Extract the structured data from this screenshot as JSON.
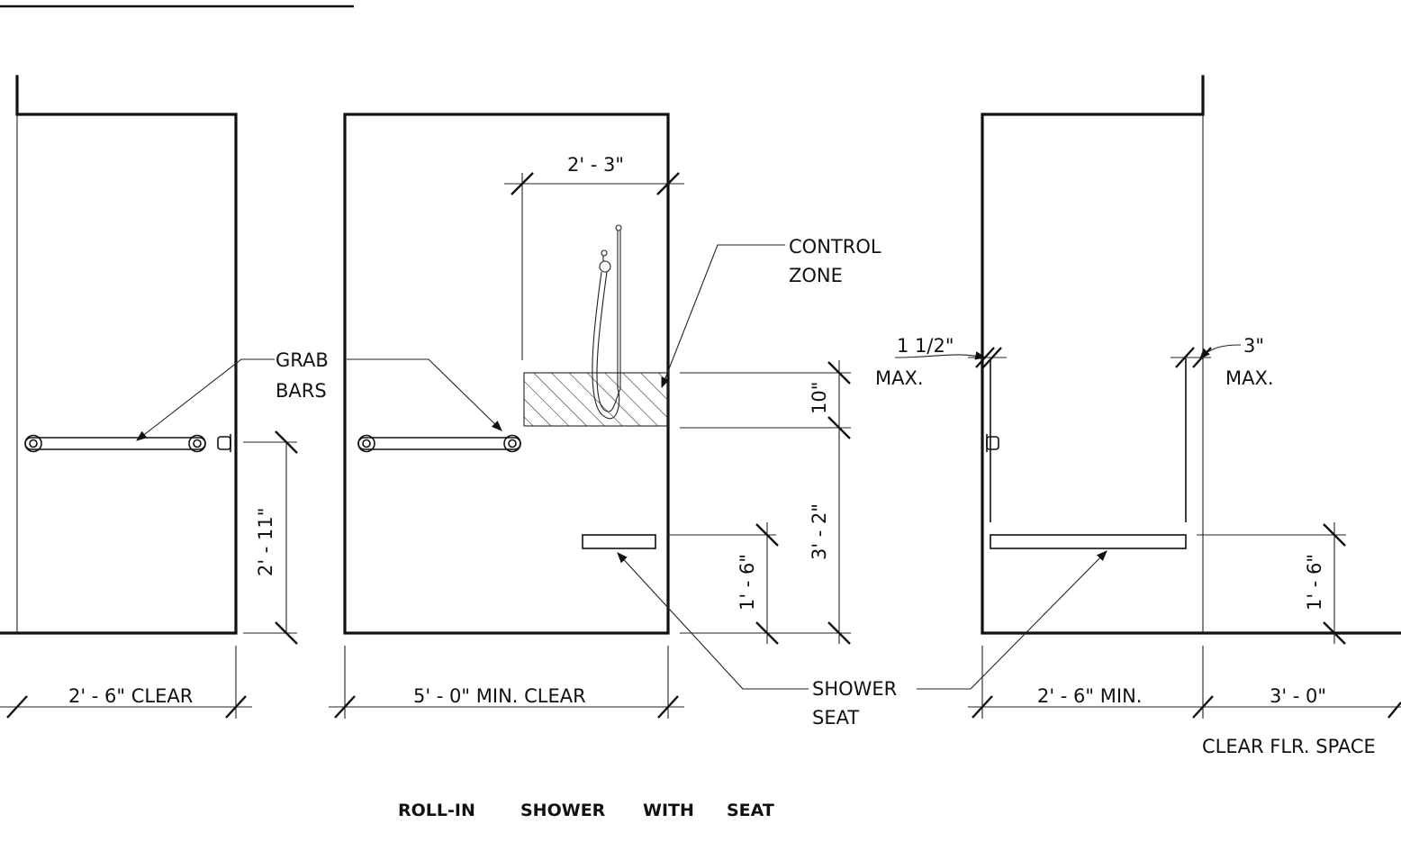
{
  "diagram": {
    "title_words": [
      "ROLL-IN",
      "SHOWER",
      "WITH",
      "SEAT"
    ],
    "labels": {
      "grab_bars": [
        "GRAB",
        "BARS"
      ],
      "control_zone": [
        "CONTROL",
        "ZONE"
      ],
      "shower_seat": [
        "SHOWER",
        "SEAT"
      ],
      "max_1_5": [
        "1 1/2\"",
        "MAX."
      ],
      "max_3": [
        "3\"",
        "MAX."
      ],
      "clear_floor_space": "CLEAR FLR. SPACE"
    },
    "dimensions": {
      "left_width": "2' - 6\" CLEAR",
      "left_bar_height": "2' - 11\"",
      "center_width": "5' - 0\" MIN. CLEAR",
      "control_zone_width": "2' - 3\"",
      "control_zone_height": "10\"",
      "control_zone_elev": "3' - 2\"",
      "center_seat_height": "1' - 6\"",
      "right_width": "2' - 6\" MIN.",
      "right_clear_space": "3' - 0\"",
      "right_seat_height": "1' - 6\""
    }
  }
}
